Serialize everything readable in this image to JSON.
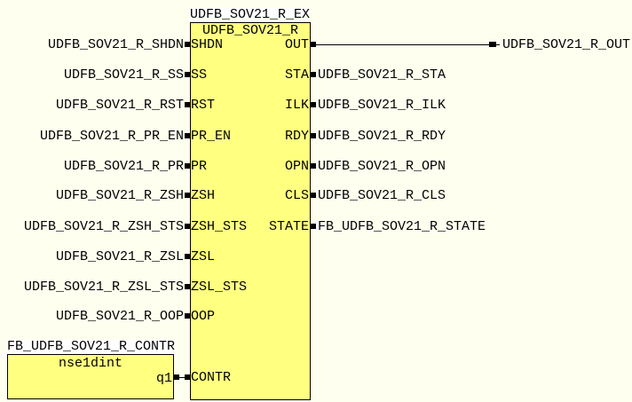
{
  "main_block": {
    "instance": "UDFB_SOV21_R_EX",
    "type": "UDFB_SOV21_R",
    "inputs": [
      {
        "pin": "SHDN",
        "signal": "UDFB_SOV21_R_SHDN"
      },
      {
        "pin": "SS",
        "signal": "UDFB_SOV21_R_SS"
      },
      {
        "pin": "RST",
        "signal": "UDFB_SOV21_R_RST"
      },
      {
        "pin": "PR_EN",
        "signal": "UDFB_SOV21_R_PR_EN"
      },
      {
        "pin": "PR",
        "signal": "UDFB_SOV21_R_PR"
      },
      {
        "pin": "ZSH",
        "signal": "UDFB_SOV21_R_ZSH"
      },
      {
        "pin": "ZSH_STS",
        "signal": "UDFB_SOV21_R_ZSH_STS"
      },
      {
        "pin": "ZSL",
        "signal": "UDFB_SOV21_R_ZSL"
      },
      {
        "pin": "ZSL_STS",
        "signal": "UDFB_SOV21_R_ZSL_STS"
      },
      {
        "pin": "OOP",
        "signal": "UDFB_SOV21_R_OOP"
      },
      {
        "pin": "CONTR",
        "signal": ""
      }
    ],
    "outputs": [
      {
        "pin": "OUT",
        "signal": "UDFB_SOV21_R_OUT"
      },
      {
        "pin": "STA",
        "signal": "UDFB_SOV21_R_STA"
      },
      {
        "pin": "ILK",
        "signal": "UDFB_SOV21_R_ILK"
      },
      {
        "pin": "RDY",
        "signal": "UDFB_SOV21_R_RDY"
      },
      {
        "pin": "OPN",
        "signal": "UDFB_SOV21_R_OPN"
      },
      {
        "pin": "CLS",
        "signal": "UDFB_SOV21_R_CLS"
      },
      {
        "pin": "STATE",
        "signal": "FB_UDFB_SOV21_R_STATE"
      }
    ]
  },
  "contr_block": {
    "instance": "FB_UDFB_SOV21_R_CONTR",
    "type": "nse1dint",
    "output_pin": "q1"
  }
}
